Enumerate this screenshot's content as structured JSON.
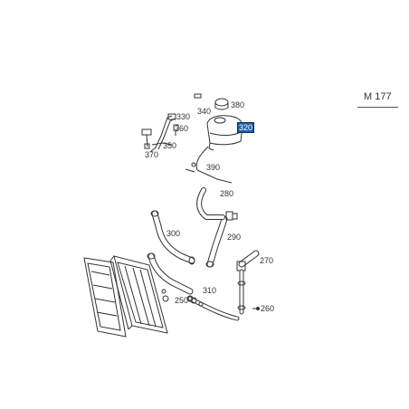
{
  "model": {
    "code": "M 177"
  },
  "labels": {
    "p250": "250",
    "p260": "260",
    "p270": "270",
    "p280": "280",
    "p290": "290",
    "p300": "300",
    "p310": "310",
    "p320": "320",
    "p330": "330",
    "p340": "340",
    "p350": "350",
    "p360": "360",
    "p370": "370",
    "p380": "380",
    "p390": "390"
  },
  "selected_part": "320",
  "colors": {
    "highlight": "#1d5fa8",
    "line": "#333333"
  }
}
